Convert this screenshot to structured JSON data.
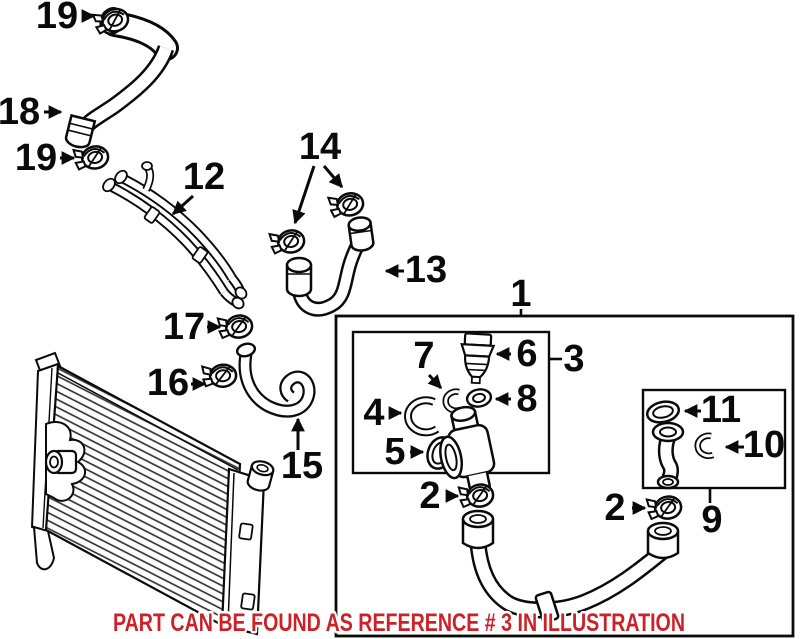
{
  "diagram": {
    "kind": "automotive-parts-illustration",
    "background_color": "#ffffff",
    "line_color": "#0a0a0a",
    "callouts": [
      {
        "id": "19-top",
        "label": "19"
      },
      {
        "id": "18",
        "label": "18"
      },
      {
        "id": "19-bottom",
        "label": "19"
      },
      {
        "id": "12",
        "label": "12"
      },
      {
        "id": "14",
        "label": "14"
      },
      {
        "id": "13",
        "label": "13"
      },
      {
        "id": "17",
        "label": "17"
      },
      {
        "id": "16",
        "label": "16"
      },
      {
        "id": "15",
        "label": "15"
      },
      {
        "id": "1",
        "label": "1"
      },
      {
        "id": "3",
        "label": "3"
      },
      {
        "id": "6",
        "label": "6"
      },
      {
        "id": "7",
        "label": "7"
      },
      {
        "id": "8",
        "label": "8"
      },
      {
        "id": "4",
        "label": "4"
      },
      {
        "id": "5",
        "label": "5"
      },
      {
        "id": "2-left",
        "label": "2"
      },
      {
        "id": "2-right",
        "label": "2"
      },
      {
        "id": "11",
        "label": "11"
      },
      {
        "id": "10",
        "label": "10"
      },
      {
        "id": "9",
        "label": "9"
      }
    ]
  },
  "note": {
    "text": "PART CAN BE FOUND AS REFERENCE # 3 IN ILLUSTRATION",
    "color": "#cc2127"
  }
}
